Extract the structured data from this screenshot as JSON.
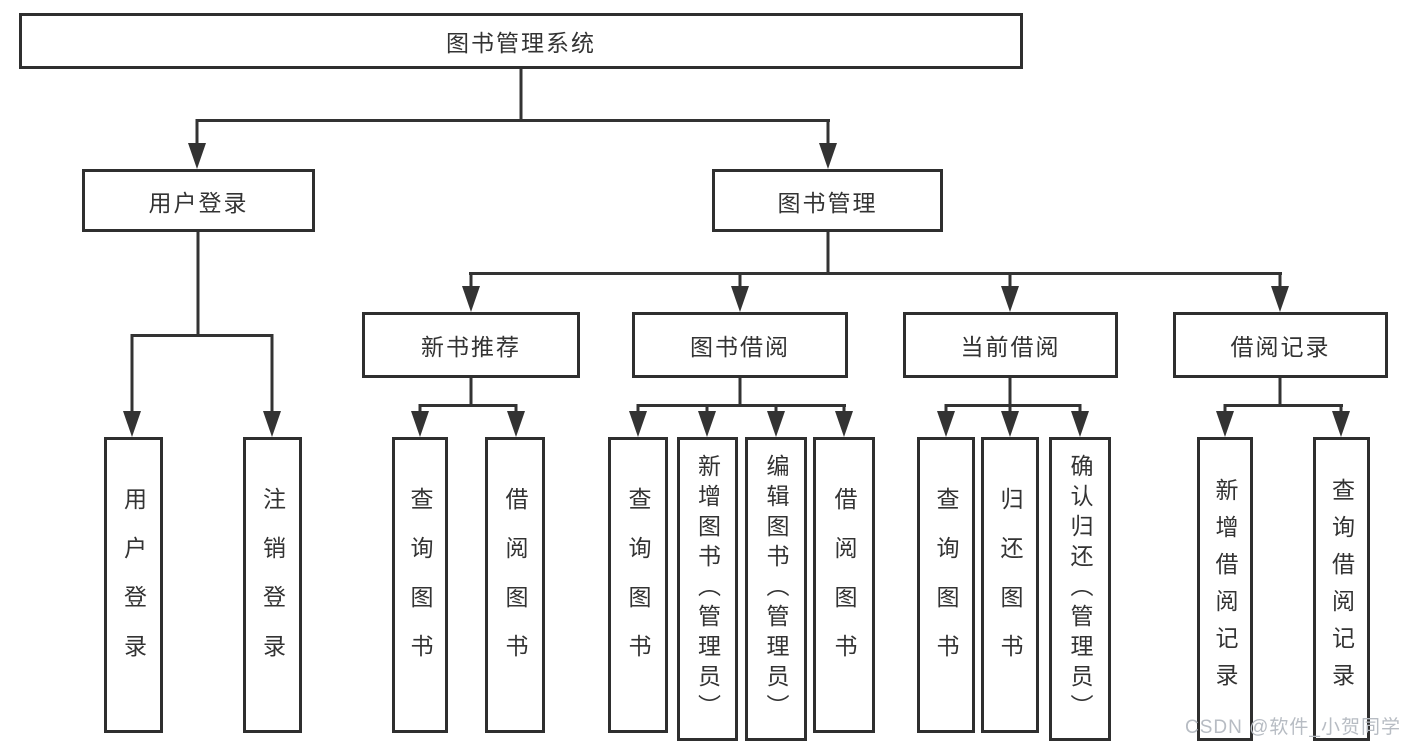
{
  "tree": {
    "label": "图书管理系统",
    "children": [
      {
        "label": "用户登录",
        "children": [
          {
            "label": "用户登录"
          },
          {
            "label": "注销登录"
          }
        ]
      },
      {
        "label": "图书管理",
        "children": [
          {
            "label": "新书推荐",
            "children": [
              {
                "label": "查询图书"
              },
              {
                "label": "借阅图书"
              }
            ]
          },
          {
            "label": "图书借阅",
            "children": [
              {
                "label": "查询图书"
              },
              {
                "label": "新增图书（管理员）"
              },
              {
                "label": "编辑图书（管理员）"
              },
              {
                "label": "借阅图书"
              }
            ]
          },
          {
            "label": "当前借阅",
            "children": [
              {
                "label": "查询图书"
              },
              {
                "label": "归还图书"
              },
              {
                "label": "确认归还（管理员）"
              }
            ]
          },
          {
            "label": "借阅记录",
            "children": [
              {
                "label": "新增借阅记录"
              },
              {
                "label": "查询借阅记录"
              }
            ]
          }
        ]
      }
    ]
  },
  "watermark": {
    "text": "CSDN @软件_小贺同学"
  },
  "colors": {
    "line": "#333333",
    "text": "#333333",
    "background": "#ffffff",
    "watermark": "#b7bcc3"
  }
}
